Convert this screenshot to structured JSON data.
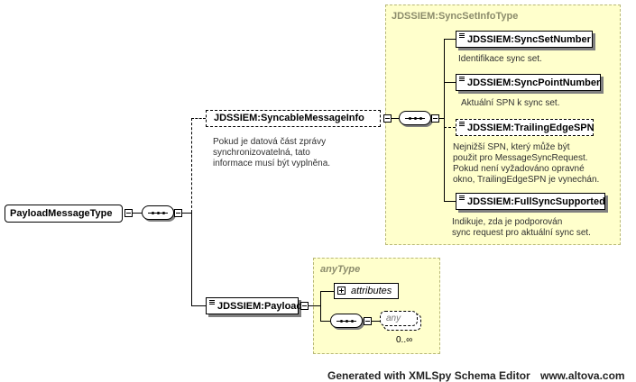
{
  "root": {
    "label": "PayloadMessageType"
  },
  "syncable": {
    "label": "JDSSIEM:SyncableMessageInfo",
    "description": "Pokud je datová část zprávy\nsynchronizovatelná, tato\ninformace musí být vyplněna."
  },
  "sync_set_info_type": {
    "title": "JDSSIEM:SyncSetInfoType",
    "elements": [
      {
        "label": "JDSSIEM:SyncSetNumber",
        "description": "Identifikace sync set."
      },
      {
        "label": "JDSSIEM:SyncPointNumber",
        "description": "Aktuální SPN k sync set."
      },
      {
        "label": "JDSSIEM:TrailingEdgeSPN",
        "description": "Nejnižší SPN, který může být\npoužit pro MessageSyncRequest.\nPokud není vyžadováno opravné\nokno, TrailingEdgeSPN je vynechán."
      },
      {
        "label": "JDSSIEM:FullSyncSupported",
        "description": "Indikuje, zda je podporován\nsync request pro aktuální sync set."
      }
    ]
  },
  "payload": {
    "label": "JDSSIEM:Payload"
  },
  "any_type": {
    "title": "anyType",
    "attributes_label": "attributes",
    "any_label": "any",
    "cardinality": "0..∞"
  },
  "footer": {
    "generated": "Generated with XMLSpy Schema Editor",
    "site": "www.altova.com"
  }
}
